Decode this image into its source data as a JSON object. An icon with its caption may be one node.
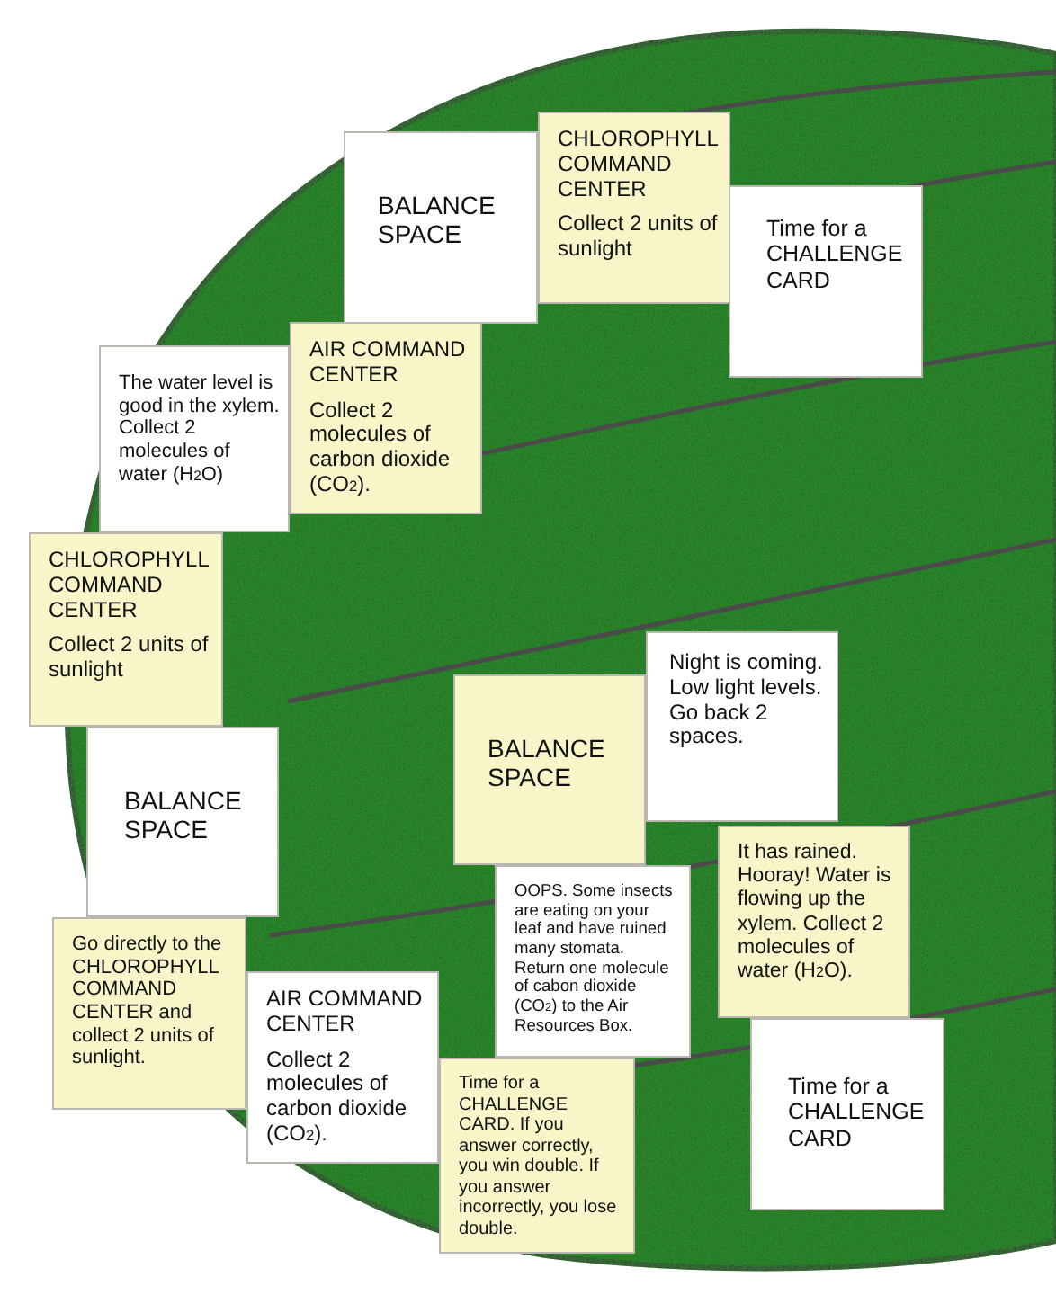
{
  "diagram": {
    "nodes": [
      {
        "text": [
          "CHLOROPHYLL COMMAND CENTER",
          "Collect 2 units of sunlight"
        ]
      },
      {
        "text": [
          "BALANCE SPACE"
        ]
      },
      {
        "text": [
          "Time for a CHALLENGE CARD"
        ]
      },
      {
        "text": [
          "AIR COMMAND CENTER",
          "Collect 2 molecules of carbon dioxide (CO$_{2}$)."
        ]
      },
      {
        "text": [
          "The water level is good in the xylem. Collect 2 molecules of water (H$_{2}$O)"
        ]
      },
      {
        "text": [
          "CHLOROPHYLL COMMAND CENTER",
          "Collect 2 units of sunlight"
        ]
      },
      {
        "text": [
          "Night is coming. Low light levels. Go back 2 spaces."
        ]
      },
      {
        "text": [
          "BALANCE SPACE"
        ]
      },
      {
        "text": [
          "BALANCE SPACE"
        ]
      },
      {
        "text": [
          "It has rained. Hooray! Water is flowing up the xylem. Collect 2 molecules of water (H$_{2}$O)."
        ]
      },
      {
        "text": [
          "OOPS. Some insects are eating on your leaf and have ruined many stomata. Return one molecule of cabon dioxide (CO$_{2}$) to the Air Resources Box."
        ]
      },
      {
        "text": [
          "Go directly to the CHLOROPHYLL COMMAND CENTER and collect 2 units of sunlight."
        ]
      },
      {
        "text": [
          "AIR COMMAND CENTER",
          "Collect 2 molecules of carbon dioxide (CO$_{2}$)."
        ]
      },
      {
        "text": [
          "Time for a CHALLENGE CARD"
        ]
      },
      {
        "text": [
          "Time for a CHALLENGE CARD. If you answer correctly, you win double. If you answer incorrectly, you lose double."
        ]
      }
    ]
  }
}
